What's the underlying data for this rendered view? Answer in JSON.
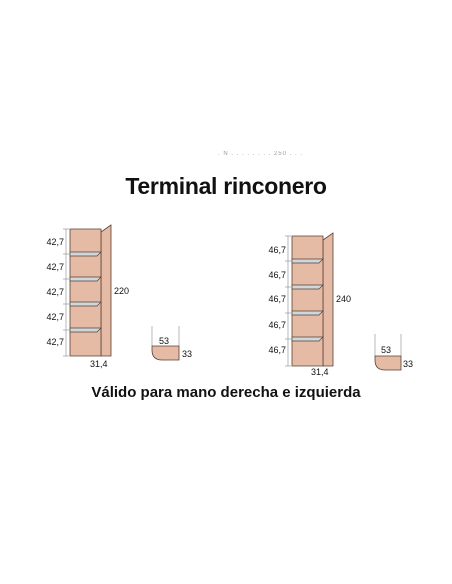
{
  "header": {
    "faint_text": ". N . . . . . . . . 250 . . ."
  },
  "title": "Terminal rinconero",
  "subtitle": "Válido para mano derecha e izquierda",
  "colors": {
    "panel": "#e5bba5",
    "outline": "#5a4035",
    "shelf": "#cdd7dc"
  },
  "units": [
    {
      "spacings": [
        "42,7",
        "42,7",
        "42,7",
        "42,7",
        "42,7"
      ],
      "height": "220",
      "depth": "31,4",
      "plan_width": "53",
      "plan_depth": "33"
    },
    {
      "spacings": [
        "46,7",
        "46,7",
        "46,7",
        "46,7",
        "46,7"
      ],
      "height": "240",
      "depth": "31,4",
      "plan_width": "53",
      "plan_depth": "33"
    }
  ]
}
